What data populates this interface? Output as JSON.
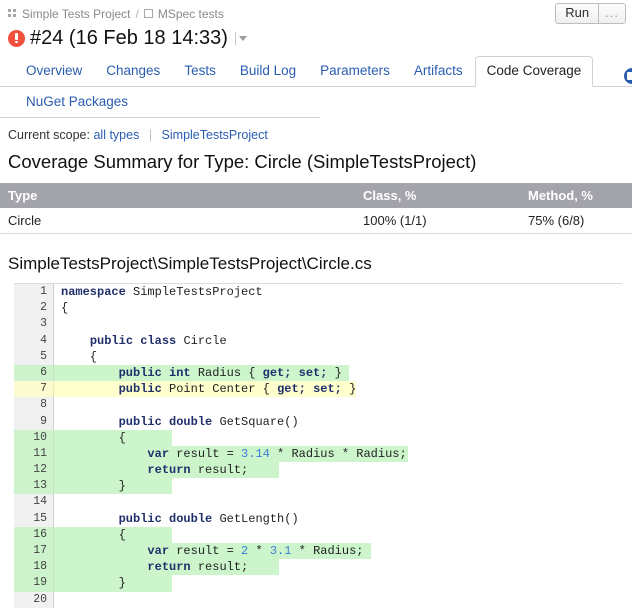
{
  "breadcrumb": {
    "project_icon": "grid-icon",
    "project": "Simple Tests Project",
    "separator": "/",
    "config_icon": "square-icon",
    "config": "MSpec tests"
  },
  "toolbar": {
    "run_label": "Run",
    "more_label": "..."
  },
  "build": {
    "status_icon": "error-circle-icon",
    "title": "#24 (16 Feb 18 14:33)",
    "caret_icon": "triangle-down-icon"
  },
  "tabs": {
    "row1": [
      {
        "label": "Overview",
        "active": false
      },
      {
        "label": "Changes",
        "active": false
      },
      {
        "label": "Tests",
        "active": false
      },
      {
        "label": "Build Log",
        "active": false
      },
      {
        "label": "Parameters",
        "active": false
      },
      {
        "label": "Artifacts",
        "active": false
      },
      {
        "label": "Code Coverage",
        "active": true
      }
    ],
    "row2": [
      {
        "label": "NuGet Packages",
        "active": false
      }
    ],
    "edge_icon": "partial-badge-icon"
  },
  "scope": {
    "label": "Current scope:",
    "all_types": "all types",
    "divider": "|",
    "project": "SimpleTestsProject"
  },
  "summary": {
    "title": "Coverage Summary for Type: Circle (SimpleTestsProject)"
  },
  "table": {
    "headers": [
      "Type",
      "Class, %",
      "Method, %"
    ],
    "rows": [
      {
        "type": "Circle",
        "class_pct": "100% (1/1)",
        "method_pct": "75% (6/8)"
      }
    ]
  },
  "file": {
    "path": "SimpleTestsProject\\SimpleTestsProject\\Circle.cs"
  },
  "code": {
    "lines": [
      {
        "n": "1",
        "state": "none",
        "hl": 0,
        "tokens": [
          {
            "t": "namespace ",
            "c": "kw"
          },
          {
            "t": "SimpleTestsProject",
            "c": "pln"
          }
        ]
      },
      {
        "n": "2",
        "state": "none",
        "hl": 0,
        "tokens": [
          {
            "t": "{",
            "c": "pln"
          }
        ]
      },
      {
        "n": "3",
        "state": "none",
        "hl": 0,
        "tokens": []
      },
      {
        "n": "4",
        "state": "none",
        "hl": 0,
        "tokens": [
          {
            "t": "    ",
            "c": "pln"
          },
          {
            "t": "public class ",
            "c": "kw"
          },
          {
            "t": "Circle",
            "c": "pln"
          }
        ]
      },
      {
        "n": "5",
        "state": "none",
        "hl": 0,
        "tokens": [
          {
            "t": "    {",
            "c": "pln"
          }
        ]
      },
      {
        "n": "6",
        "state": "cov",
        "hl": 295,
        "tokens": [
          {
            "t": "        ",
            "c": "pln"
          },
          {
            "t": "public int ",
            "c": "kw"
          },
          {
            "t": "Radius { ",
            "c": "pln"
          },
          {
            "t": "get; set;",
            "c": "kw"
          },
          {
            "t": " }",
            "c": "pln"
          }
        ]
      },
      {
        "n": "7",
        "state": "part",
        "hl": 302,
        "tokens": [
          {
            "t": "        ",
            "c": "pln"
          },
          {
            "t": "public ",
            "c": "kw"
          },
          {
            "t": "Point Center { ",
            "c": "pln"
          },
          {
            "t": "get; set;",
            "c": "kw"
          },
          {
            "t": " }",
            "c": "pln"
          }
        ]
      },
      {
        "n": "8",
        "state": "none",
        "hl": 0,
        "tokens": []
      },
      {
        "n": "9",
        "state": "none",
        "hl": 0,
        "tokens": [
          {
            "t": "        ",
            "c": "pln"
          },
          {
            "t": "public double ",
            "c": "kw"
          },
          {
            "t": "GetSquare()",
            "c": "pln"
          }
        ]
      },
      {
        "n": "10",
        "state": "cov",
        "hl": 118,
        "tokens": [
          {
            "t": "        {",
            "c": "pln"
          }
        ]
      },
      {
        "n": "11",
        "state": "cov",
        "hl": 354,
        "tokens": [
          {
            "t": "            ",
            "c": "pln"
          },
          {
            "t": "var ",
            "c": "kw"
          },
          {
            "t": "result = ",
            "c": "pln"
          },
          {
            "t": "3.14",
            "c": "num"
          },
          {
            "t": " * Radius * Radius;",
            "c": "pln"
          }
        ]
      },
      {
        "n": "12",
        "state": "cov",
        "hl": 225,
        "tokens": [
          {
            "t": "            ",
            "c": "pln"
          },
          {
            "t": "return ",
            "c": "kw"
          },
          {
            "t": "result;",
            "c": "pln"
          }
        ]
      },
      {
        "n": "13",
        "state": "cov",
        "hl": 118,
        "tokens": [
          {
            "t": "        }",
            "c": "pln"
          }
        ]
      },
      {
        "n": "14",
        "state": "none",
        "hl": 0,
        "tokens": []
      },
      {
        "n": "15",
        "state": "none",
        "hl": 0,
        "tokens": [
          {
            "t": "        ",
            "c": "pln"
          },
          {
            "t": "public double ",
            "c": "kw"
          },
          {
            "t": "GetLength()",
            "c": "pln"
          }
        ]
      },
      {
        "n": "16",
        "state": "cov",
        "hl": 118,
        "tokens": [
          {
            "t": "        {",
            "c": "pln"
          }
        ]
      },
      {
        "n": "17",
        "state": "cov",
        "hl": 317,
        "tokens": [
          {
            "t": "            ",
            "c": "pln"
          },
          {
            "t": "var ",
            "c": "kw"
          },
          {
            "t": "result = ",
            "c": "pln"
          },
          {
            "t": "2",
            "c": "num"
          },
          {
            "t": " * ",
            "c": "pln"
          },
          {
            "t": "3.1",
            "c": "num"
          },
          {
            "t": " * Radius;",
            "c": "pln"
          }
        ]
      },
      {
        "n": "18",
        "state": "cov",
        "hl": 225,
        "tokens": [
          {
            "t": "            ",
            "c": "pln"
          },
          {
            "t": "return ",
            "c": "kw"
          },
          {
            "t": "result;",
            "c": "pln"
          }
        ]
      },
      {
        "n": "19",
        "state": "cov",
        "hl": 118,
        "tokens": [
          {
            "t": "        }",
            "c": "pln"
          }
        ]
      },
      {
        "n": "20",
        "state": "none",
        "hl": 0,
        "tokens": []
      }
    ]
  },
  "colors": {
    "link": "#2a5db0",
    "error": "#f0503c",
    "table_header_bg": "#a3a3ac",
    "covered": "#ccf5cc",
    "partial": "#feffcc"
  }
}
